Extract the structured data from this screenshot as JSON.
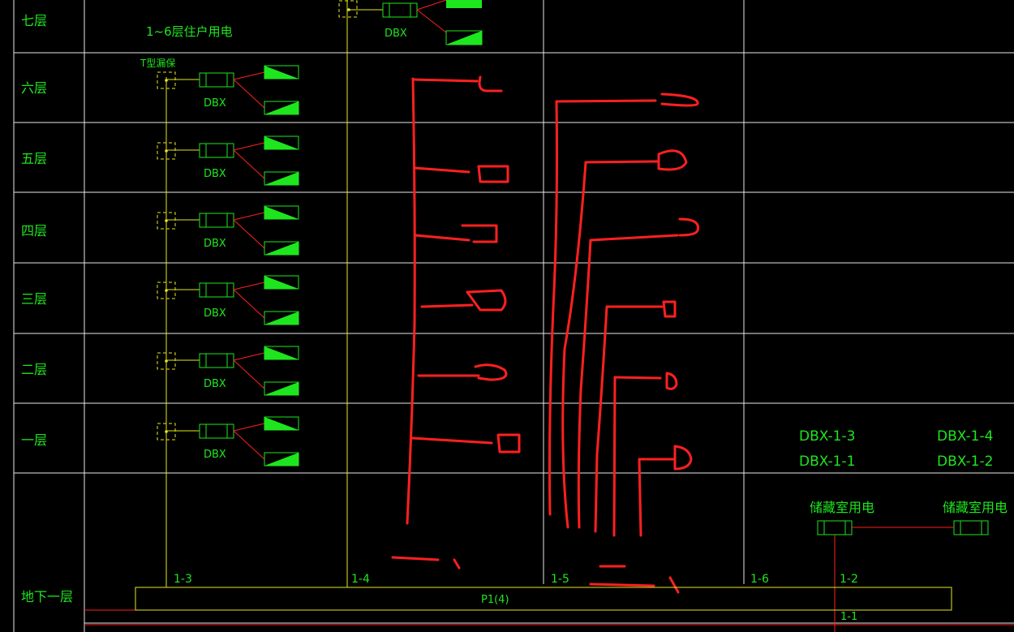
{
  "floors": [
    {
      "label": "七层"
    },
    {
      "label": "六层"
    },
    {
      "label": "五层"
    },
    {
      "label": "四层"
    },
    {
      "label": "三层"
    },
    {
      "label": "二层"
    },
    {
      "label": "一层"
    },
    {
      "label": "地下一层"
    }
  ],
  "header_note": "1~6层住户用电",
  "breaker_note": "T型漏保",
  "box_label": "DBX",
  "panel_ids": [
    "DBX-1-3",
    "DBX-1-4",
    "DBX-1-1",
    "DBX-1-2"
  ],
  "storage_labels": [
    "储藏室用电",
    "储藏室用电"
  ],
  "column_labels": [
    "1-3",
    "1-4",
    "1-5",
    "1-6",
    "1-2"
  ],
  "bus_label": "P1(4)",
  "feeder_label": "1-1",
  "colors": {
    "grid": "#ffffff",
    "riser": "#e6e61e",
    "device": "#1ee61e",
    "sketch": "#ff2020",
    "text": "#1ee61e"
  }
}
